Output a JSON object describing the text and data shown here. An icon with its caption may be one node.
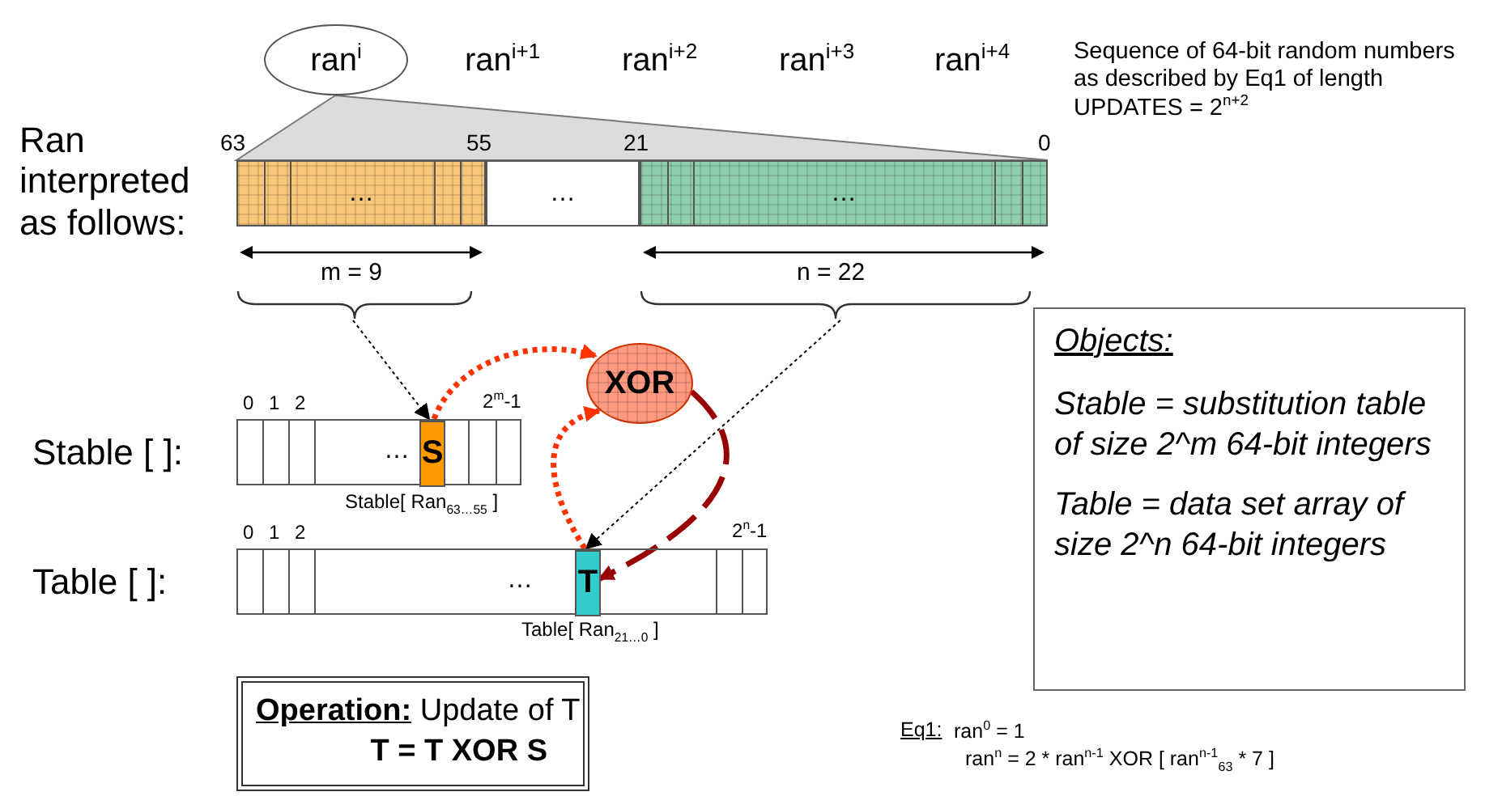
{
  "diagram": {
    "nodes": [
      {
        "text": [
          "ran$^{i}$"
        ]
      },
      {
        "text": [
          "…"
        ]
      },
      {
        "text": [
          "…"
        ]
      },
      {
        "text": [
          "…"
        ]
      },
      {
        "text": [],
        "shape": "brace"
      },
      {
        "text": [],
        "shape": "brace"
      },
      {
        "text": [
          "XOR"
        ]
      },
      {
        "text": [
          "…"
        ]
      },
      {
        "text": [
          "S"
        ],
        "in": 7
      },
      {
        "text": [
          "…"
        ]
      },
      {
        "text": [
          "T"
        ],
        "in": 9
      },
      {
        "text": [
          "Objects:",
          "Stable = substitution table of size 2^m 64-bit integers",
          "Table = data set array of size 2^n 64-bit integers"
        ]
      },
      {
        "text": [
          "**Operation:** Update of T",
          "T = T XOR S"
        ]
      }
    ],
    "edges": [
      {
        "from": 4,
        "to": 8,
        "arrow": "to",
        "style": "dashed"
      },
      {
        "from": 5,
        "to": 10,
        "arrow": "to",
        "style": "dashed"
      },
      {
        "from": 8,
        "to": 6,
        "arrow": "to",
        "style": "dashed",
        "color": "#ff3300"
      },
      {
        "from": 10,
        "to": 6,
        "arrow": "to",
        "style": "dashed",
        "color": "#ff3300"
      },
      {
        "from": 6,
        "to": 10,
        "arrow": "to",
        "style": "dashed",
        "color": "#990000"
      }
    ],
    "labels": [
      "ran$^{i+1}$",
      "ran$^{i+2}$",
      "ran$^{i+3}$",
      "ran$^{i+4}$",
      "Sequence of 64-bit random numbers as described by Eq1 of length UPDATES = 2$^{n+2}$",
      "Ran interpreted as follows:",
      "63",
      "55",
      "21",
      "0",
      "m = 9",
      "n = 22",
      "Stable [ ]:",
      "0",
      "1",
      "2",
      "2$^{m}$-1",
      "Stable[ Ran$_{63…55}$ ]",
      "Table [ ]:",
      "0",
      "1",
      "2",
      "2$^{n}$-1",
      "Table[ Ran$_{21…0}$ ]",
      "Eq1:",
      "ran$^{0}$ = 1",
      "ran$^{n}$ = 2 * ran$^{n-1}$ XOR [ ran$^{n-1}$$_{63}$ * 7 ]"
    ]
  }
}
